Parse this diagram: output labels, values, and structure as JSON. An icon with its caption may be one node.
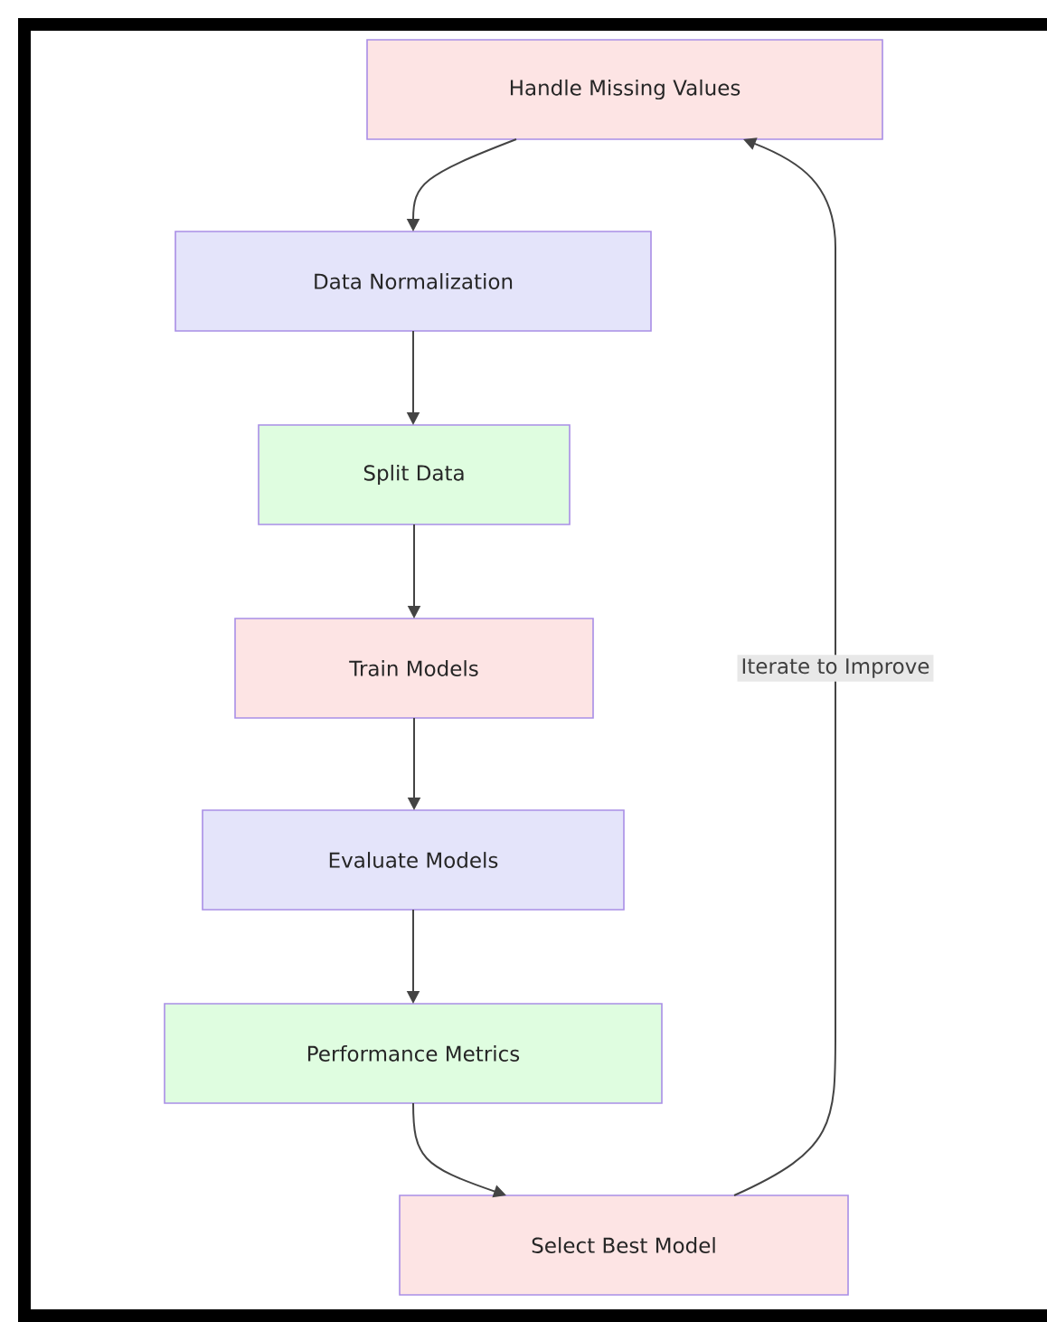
{
  "diagram": {
    "nodes": [
      {
        "text": [
          "Handle Missing Values"
        ]
      },
      {
        "text": [
          "Data Normalization"
        ]
      },
      {
        "text": [
          "Split Data"
        ]
      },
      {
        "text": [
          "Train Models"
        ]
      },
      {
        "text": [
          "Evaluate Models"
        ]
      },
      {
        "text": [
          "Performance Metrics"
        ]
      },
      {
        "text": [
          "Select Best Model"
        ]
      }
    ],
    "edges": [
      {
        "from": 0,
        "to": 1,
        "arrow": "to"
      },
      {
        "from": 1,
        "to": 2,
        "arrow": "to"
      },
      {
        "from": 2,
        "to": 3,
        "arrow": "to"
      },
      {
        "from": 3,
        "to": 4,
        "arrow": "to"
      },
      {
        "from": 4,
        "to": 5,
        "arrow": "to"
      },
      {
        "from": 5,
        "to": 6,
        "arrow": "to"
      },
      {
        "from": 6,
        "to": 0,
        "arrow": "to",
        "label": "Iterate to Improve"
      }
    ]
  }
}
